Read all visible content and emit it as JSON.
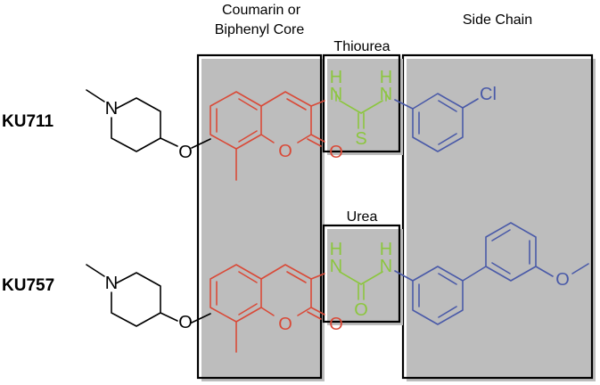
{
  "headers": {
    "core": [
      "Coumarin or",
      "Biphenyl Core"
    ],
    "thiourea": "Thiourea",
    "urea": "Urea",
    "side_chain": "Side Chain"
  },
  "compounds": [
    {
      "name": "KU711",
      "linker": "thiourea",
      "atoms": {
        "piperidine_n": "N",
        "ether_o": "O",
        "lactone_o": "O",
        "carbonyl_o": "O",
        "nh_left": [
          "N",
          "H"
        ],
        "nh_right": [
          "N",
          "H"
        ],
        "linker_x": "S",
        "substituent": "Cl"
      }
    },
    {
      "name": "KU757",
      "linker": "urea",
      "atoms": {
        "piperidine_n": "N",
        "ether_o": "O",
        "lactone_o": "O",
        "carbonyl_o": "O",
        "nh_left": [
          "N",
          "H"
        ],
        "nh_right": [
          "N",
          "H"
        ],
        "linker_x": "O",
        "substituent": "O"
      }
    }
  ],
  "colors": {
    "core": "#d94a38",
    "linker": "#8cc63f",
    "side_chain": "#4a5aa8",
    "scaffold": "#000000"
  }
}
